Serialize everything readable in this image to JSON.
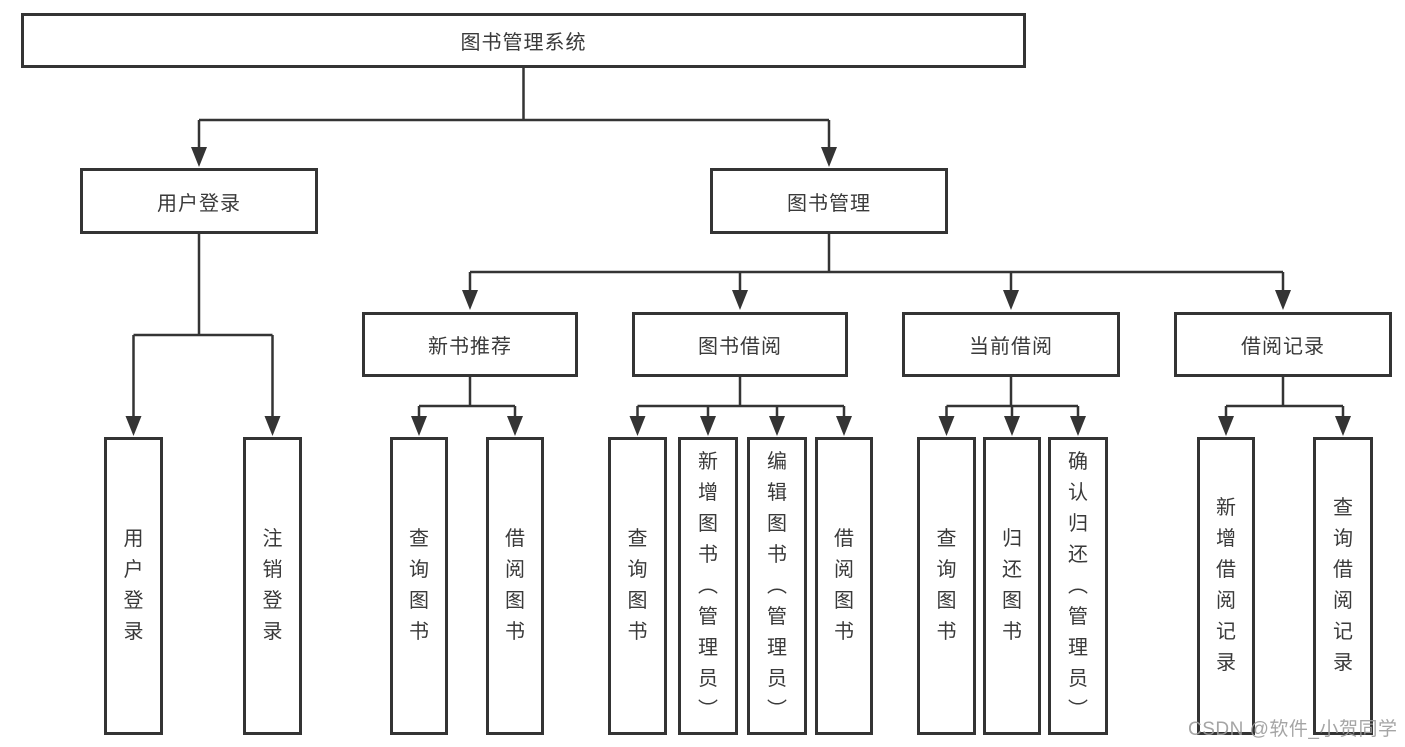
{
  "diagram": {
    "root": {
      "label": "图书管理系统"
    },
    "level2": [
      {
        "label": "用户登录"
      },
      {
        "label": "图书管理"
      }
    ],
    "level3": [
      {
        "label": "新书推荐"
      },
      {
        "label": "图书借阅"
      },
      {
        "label": "当前借阅"
      },
      {
        "label": "借阅记录"
      }
    ],
    "leaves": {
      "user_login": [
        "用户登录",
        "注销登录"
      ],
      "new_book": [
        "查询图书",
        "借阅图书"
      ],
      "book_borrow": [
        "查询图书",
        "新增图书（管理员）",
        "编辑图书（管理员）",
        "借阅图书"
      ],
      "current_borrow": [
        "查询图书",
        "归还图书",
        "确认归还（管理员）"
      ],
      "borrow_records": [
        "新增借阅记录",
        "查询借阅记录"
      ]
    },
    "colors": {
      "line": "#343434",
      "text": "#3a3a3a",
      "background": "#ffffff",
      "watermark": "#9c9c9c"
    }
  },
  "watermark": {
    "text": "CSDN @软件_小贺同学"
  }
}
